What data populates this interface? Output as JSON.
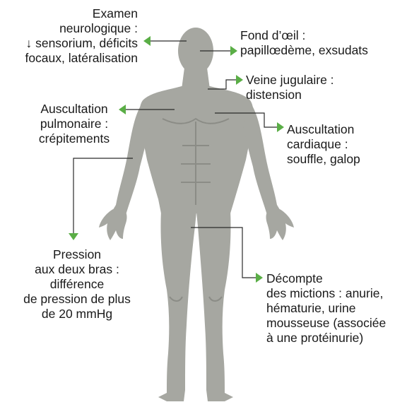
{
  "colors": {
    "body_fill": "#a6a7a1",
    "body_shadow": "#8b8c86",
    "line": "#2b2b2b",
    "arrow": "#5aae46"
  },
  "labels": {
    "neuro": {
      "lines": [
        "Examen",
        "neurologique :",
        "↓ sensorium, déficits",
        "focaux, latéralisation"
      ]
    },
    "fundus": {
      "lines": [
        "Fond d’œil :",
        "papillœdème, exsudats"
      ]
    },
    "jugular": {
      "lines": [
        "Veine jugulaire :",
        "distension"
      ]
    },
    "lungs": {
      "lines": [
        "Auscultation",
        "pulmonaire :",
        "crépitements"
      ]
    },
    "heart": {
      "lines": [
        "Auscultation",
        "cardiaque :",
        "souffle, galop"
      ]
    },
    "pressure": {
      "lines": [
        "Pression",
        "aux deux bras :",
        "différence",
        "de pression de plus",
        "de 20 mmHg"
      ]
    },
    "urine": {
      "lines": [
        "Décompte",
        "des mictions : anurie,",
        "hématurie, urine",
        "mousseuse (associée",
        "à une protéinurie)"
      ]
    }
  }
}
